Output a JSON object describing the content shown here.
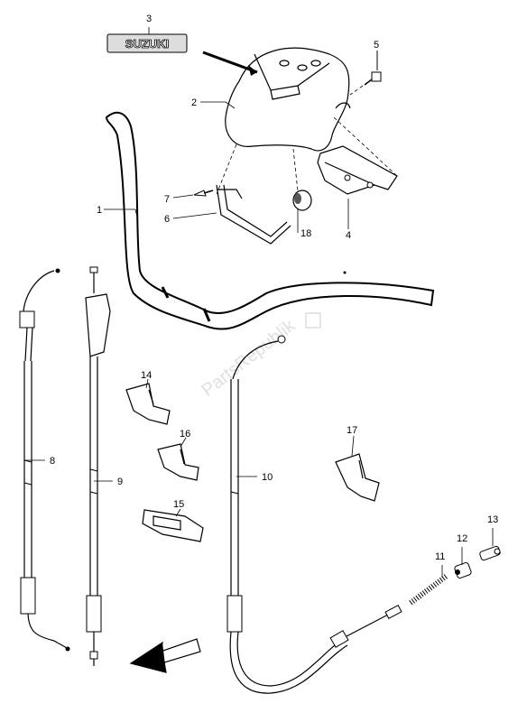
{
  "brand_badge": "SUZUKI",
  "watermark": "PartsRepublik",
  "callouts": [
    {
      "id": "1",
      "name": "callout-1"
    },
    {
      "id": "2",
      "name": "callout-2"
    },
    {
      "id": "3",
      "name": "callout-3"
    },
    {
      "id": "4",
      "name": "callout-4"
    },
    {
      "id": "5",
      "name": "callout-5"
    },
    {
      "id": "6",
      "name": "callout-6"
    },
    {
      "id": "7",
      "name": "callout-7"
    },
    {
      "id": "8",
      "name": "callout-8"
    },
    {
      "id": "9",
      "name": "callout-9"
    },
    {
      "id": "10",
      "name": "callout-10"
    },
    {
      "id": "11",
      "name": "callout-11"
    },
    {
      "id": "12",
      "name": "callout-12"
    },
    {
      "id": "13",
      "name": "callout-13"
    },
    {
      "id": "14",
      "name": "callout-14"
    },
    {
      "id": "15",
      "name": "callout-15"
    },
    {
      "id": "16",
      "name": "callout-16"
    },
    {
      "id": "17",
      "name": "callout-17"
    },
    {
      "id": "18",
      "name": "callout-18"
    }
  ],
  "icons": {
    "direction_arrow": "front-direction-arrow-icon"
  }
}
